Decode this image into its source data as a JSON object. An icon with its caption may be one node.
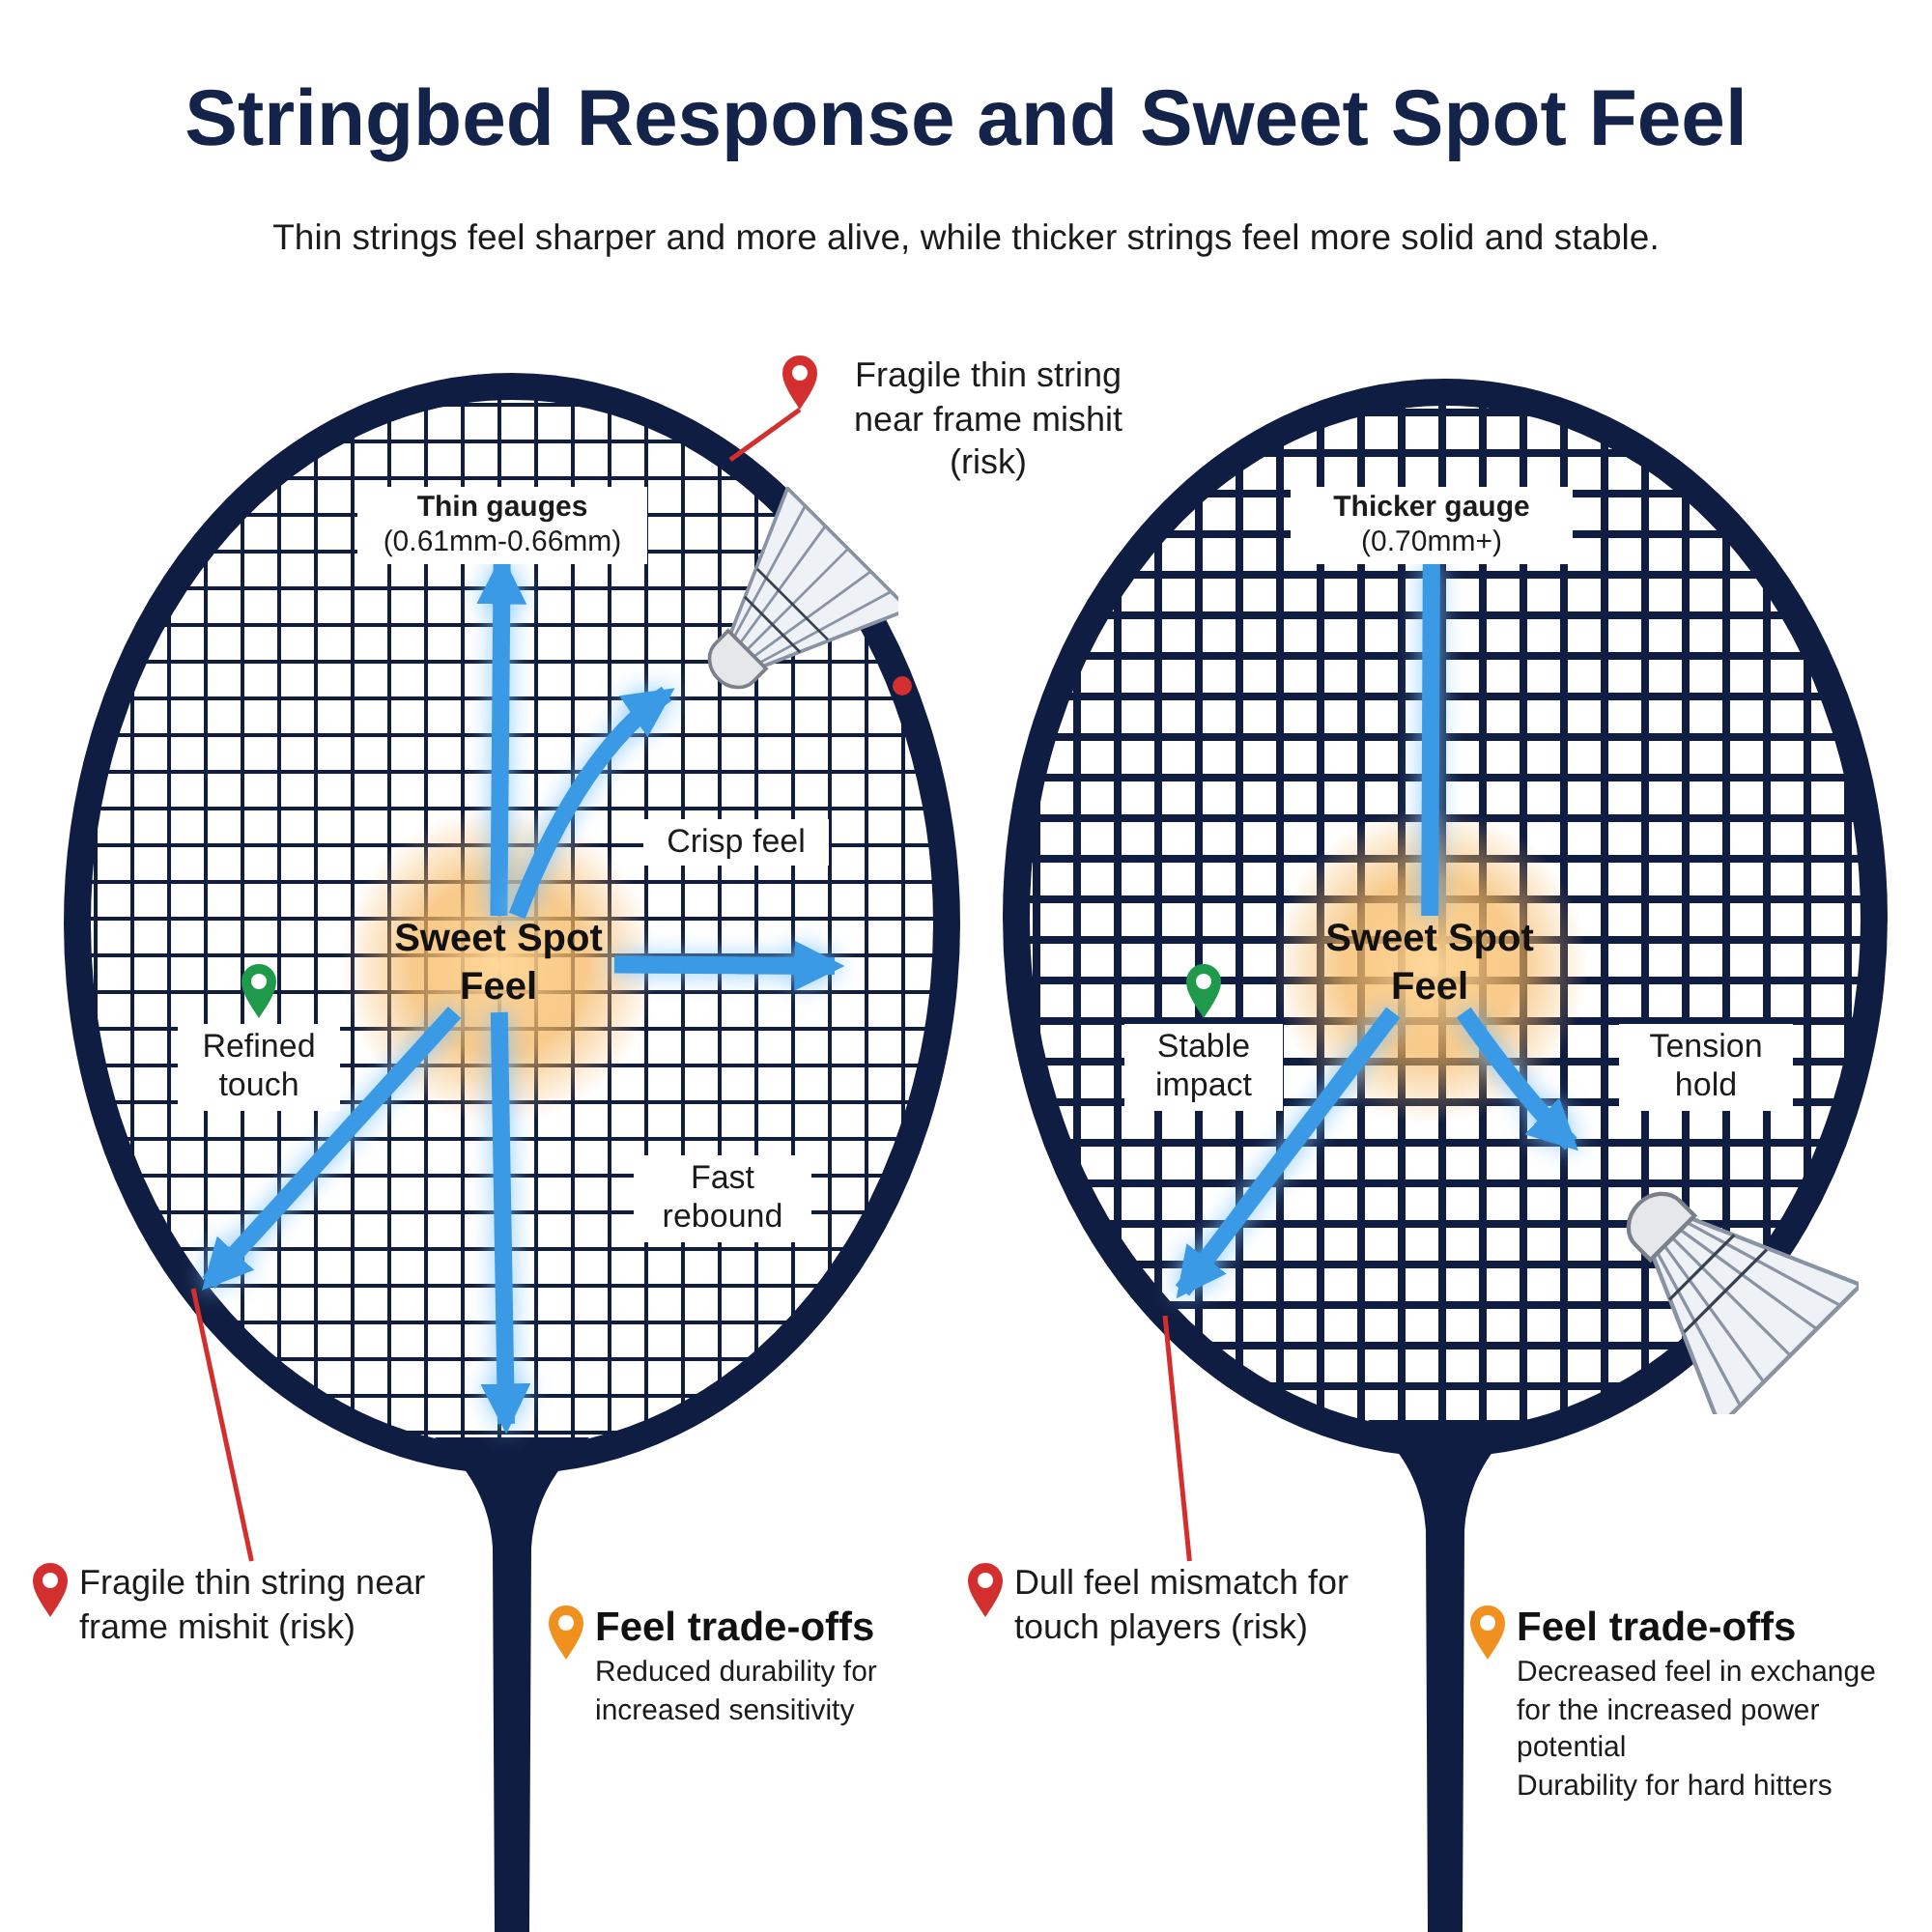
{
  "diagram": {
    "title": "Stringbed Response and Sweet Spot Feel",
    "nodes": [
      {
        "text": [
          "Thin gauges",
          "(0.61mm-0.66mm)"
        ]
      },
      {
        "text": [
          "Sweet Spot Feel"
        ]
      },
      {
        "text": [
          "Crisp feel"
        ]
      },
      {
        "text": [
          "Refined touch"
        ]
      },
      {
        "text": [
          "Fast rebound"
        ]
      },
      {
        "text": [],
        "shape": "picture"
      },
      {
        "text": [
          "Fragile thin string near frame mishit (risk)"
        ]
      },
      {
        "text": [
          "Fragile thin string near frame mishit (risk)"
        ]
      },
      {
        "text": [
          "Feel trade-offs",
          "Reduced durability for increased sensitivity"
        ]
      },
      {
        "text": [
          "Thicker gauge",
          "(0.70mm+)"
        ]
      },
      {
        "text": [
          "Sweet Spot Feel"
        ]
      },
      {
        "text": [
          "Stable impact"
        ]
      },
      {
        "text": [
          "Tension hold"
        ]
      },
      {
        "text": [],
        "shape": "picture"
      },
      {
        "text": [
          "Dull feel mismatch for touch players (risk)"
        ]
      },
      {
        "text": [
          "Feel trade-offs",
          "Decreased feel in exchange for the increased power potential",
          "Durability for hard hitters"
        ]
      }
    ],
    "edges": [
      {
        "from": 1,
        "to": 0,
        "arrow": "to"
      },
      {
        "from": 1,
        "to": 5,
        "arrow": "to"
      },
      {
        "from": 1,
        "to": null,
        "arrow": "to"
      },
      {
        "from": 1,
        "to": null,
        "arrow": "to"
      },
      {
        "from": 1,
        "to": null,
        "arrow": "to"
      },
      {
        "from": 6,
        "to": null,
        "arrow": "none",
        "color": "#d32f2f"
      },
      {
        "from": 7,
        "to": null,
        "arrow": "none",
        "color": "#d32f2f"
      },
      {
        "from": 9,
        "to": 10,
        "arrow": "none"
      },
      {
        "from": 10,
        "to": null,
        "arrow": "to"
      },
      {
        "from": 10,
        "to": 13,
        "arrow": "to"
      },
      {
        "from": 14,
        "to": null,
        "arrow": "none",
        "color": "#d32f2f"
      }
    ],
    "labels": [
      "Thin strings feel sharper and more alive, while thicker strings feel more solid and stable."
    ]
  }
}
